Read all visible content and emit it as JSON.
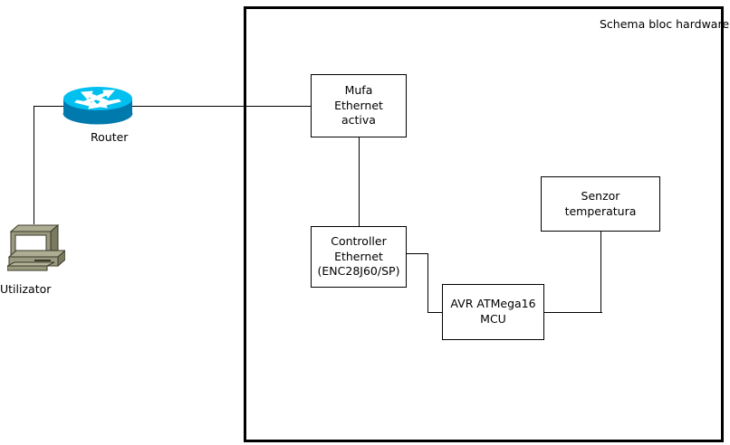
{
  "diagram": {
    "title": "Schema bloc hardware",
    "frame_label": "Schema bloc hardware",
    "colors": {
      "line": "#000000",
      "box_border": "#000000",
      "box_fill": "#ffffff",
      "router_top": "#00c0f0",
      "router_body": "#0079ad",
      "router_arrow": "#ffffff",
      "pc_case": "#9a9a80",
      "pc_case_dark": "#6e6e55",
      "pc_screen": "#ffffff",
      "background": "#ffffff"
    },
    "nodes": [
      {
        "id": "mufa",
        "label": "Mufa\nEthernet\nactiva",
        "type": "box"
      },
      {
        "id": "controller",
        "label": "Controller\nEthernet\n(ENC28J60/SP)",
        "type": "box"
      },
      {
        "id": "avr",
        "label": "AVR ATMega16\nMCU",
        "type": "box"
      },
      {
        "id": "senzor",
        "label": "Senzor\ntemperatura",
        "type": "box"
      },
      {
        "id": "router",
        "label": "Router",
        "type": "icon",
        "icon": "router-icon"
      },
      {
        "id": "utilizator",
        "label": "Utilizator",
        "type": "icon",
        "icon": "computer-icon"
      }
    ],
    "edges": [
      {
        "from": "utilizator",
        "to": "router"
      },
      {
        "from": "router",
        "to": "mufa"
      },
      {
        "from": "mufa",
        "to": "controller"
      },
      {
        "from": "controller",
        "to": "avr"
      },
      {
        "from": "avr",
        "to": "senzor"
      }
    ]
  }
}
